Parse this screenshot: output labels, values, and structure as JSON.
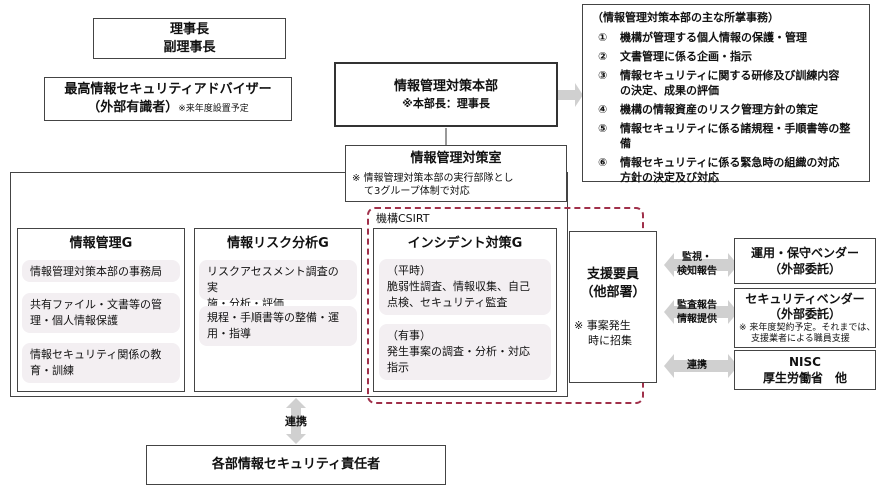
{
  "top": {
    "chairman": "理事長",
    "vice_chairman": "副理事長"
  },
  "advisor": {
    "title": "最高情報セキュリティアドバイザー",
    "sub": "（外部有識者）",
    "note": "※来年度設置予定"
  },
  "hq": {
    "title": "情報管理対策本部",
    "note": "※本部長：理事長"
  },
  "office": {
    "title": "情報管理対策室",
    "note_line1": "※ 情報管理対策本部の実行部隊とし",
    "note_line2": "て3グループ体制で対応"
  },
  "duties": {
    "title": "（情報管理対策本部の主な所掌事務）",
    "items": [
      {
        "num": "①",
        "lines": [
          "機構が管理する個人情報の保護・管理"
        ]
      },
      {
        "num": "②",
        "lines": [
          "文書管理に係る企画・指示"
        ]
      },
      {
        "num": "③",
        "lines": [
          "情報セキュリティに関する研修及び訓練内容",
          "の決定、成果の評価"
        ]
      },
      {
        "num": "④",
        "lines": [
          "機構の情報資産のリスク管理方針の策定"
        ]
      },
      {
        "num": "⑤",
        "lines": [
          "情報セキュリティに係る諸規程・手順書等の整",
          "備"
        ]
      },
      {
        "num": "⑥",
        "lines": [
          "情報セキュリティに係る緊急時の組織の対応",
          "方針の決定及び対応"
        ]
      }
    ]
  },
  "csirt_label": "機構CSIRT",
  "groups": {
    "info_mgmt": {
      "title": "情報管理G",
      "items": [
        [
          "情報管理対策本部の事務局"
        ],
        [
          "共有ファイル・文書等の管",
          "理・個人情報保護"
        ],
        [
          "情報セキュリティ関係の教",
          "育・訓練"
        ]
      ]
    },
    "risk": {
      "title": "情報リスク分析G",
      "items": [
        [
          "リスクアセスメント調査の実",
          "施・分析・評価"
        ],
        [
          "規程・手順書等の整備・運",
          "用・指導"
        ]
      ]
    },
    "incident": {
      "title": "インシデント対策G",
      "normal": [
        "（平時）",
        "脆弱性調査、情報収集、自己",
        "点検、セキュリティ監査"
      ],
      "emergency": [
        "（有事）",
        "発生事案の調査・分析・対応",
        "指示"
      ]
    }
  },
  "support": {
    "title_line1": "支援要員",
    "title_line2": "（他部署）",
    "note_line1": "※ 事案発生",
    "note_line2": "時に招集"
  },
  "external": {
    "vendor_ops": {
      "line1": "運用・保守ベンダー",
      "line2": "（外部委託）"
    },
    "vendor_sec": {
      "line1": "セキュリティベンダー",
      "line2": "（外部委託）",
      "note1": "※ 来年度契約予定。それまでは、",
      "note2": "支援業者による職員支援"
    },
    "nisc": {
      "line1": "NISC",
      "line2": "厚生労働省　他"
    }
  },
  "links": {
    "monitor": [
      "監視・",
      "検知報告"
    ],
    "audit": [
      "監査報告",
      "情報提供"
    ],
    "coop": "連携",
    "bottom_coop": "連携"
  },
  "bottom": {
    "title": "各部情報セキュリティ責任者"
  }
}
